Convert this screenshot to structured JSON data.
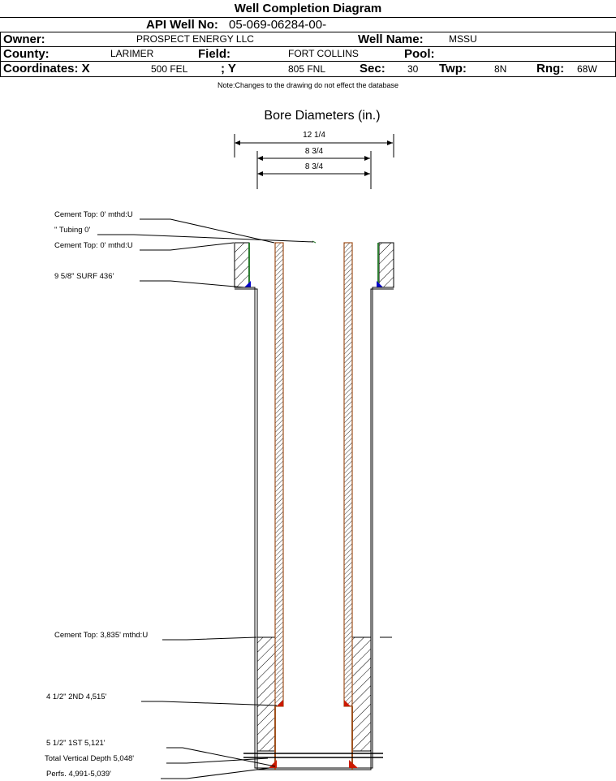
{
  "header": {
    "title": "Well Completion Diagram",
    "api_label": "API Well No:",
    "api_value": "05-069-06284-00-",
    "owner_label": "Owner:",
    "owner_value": "PROSPECT ENERGY LLC",
    "well_name_label": "Well Name:",
    "well_name_value": "MSSU",
    "county_label": "County:",
    "county_value": "LARIMER",
    "field_label": "Field:",
    "field_value": "FORT COLLINS",
    "pool_label": "Pool:",
    "pool_value": "",
    "coord_x_label": "Coordinates: X",
    "coord_x_value": "500 FEL",
    "coord_y_label": "; Y",
    "coord_y_value": "805 FNL",
    "sec_label": "Sec:",
    "sec_value": "30",
    "twp_label": "Twp:",
    "twp_value": "8N",
    "rng_label": "Rng:",
    "rng_value": "68W",
    "note": "Note:Changes to the drawing do not effect the database"
  },
  "bore": {
    "title": "Bore Diameters (in.)",
    "diameters": [
      "12 1/4",
      "8 3/4",
      "8 3/4"
    ]
  },
  "annotations": {
    "cement_top_1": "Cement Top: 0' mthd:U",
    "tubing": "\" Tubing 0'",
    "cement_top_2": "Cement Top: 0' mthd:U",
    "surf_casing": "9 5/8\" SURF      436'",
    "cement_top_3": "Cement Top: 3,835' mthd:U",
    "casing_2nd": "4 1/2\" 2ND       4,515'",
    "casing_1st": "5 1/2\" 1ST      5,121'",
    "tvd": "Total Vertical Depth 5,048'",
    "perfs": "Perfs. 4,991-5,039'"
  },
  "colors": {
    "casing_brown": "#a0521e",
    "cement_blue": "#0000cc",
    "shoe_red": "#cc1a00",
    "surface_green": "#2e7d32"
  }
}
